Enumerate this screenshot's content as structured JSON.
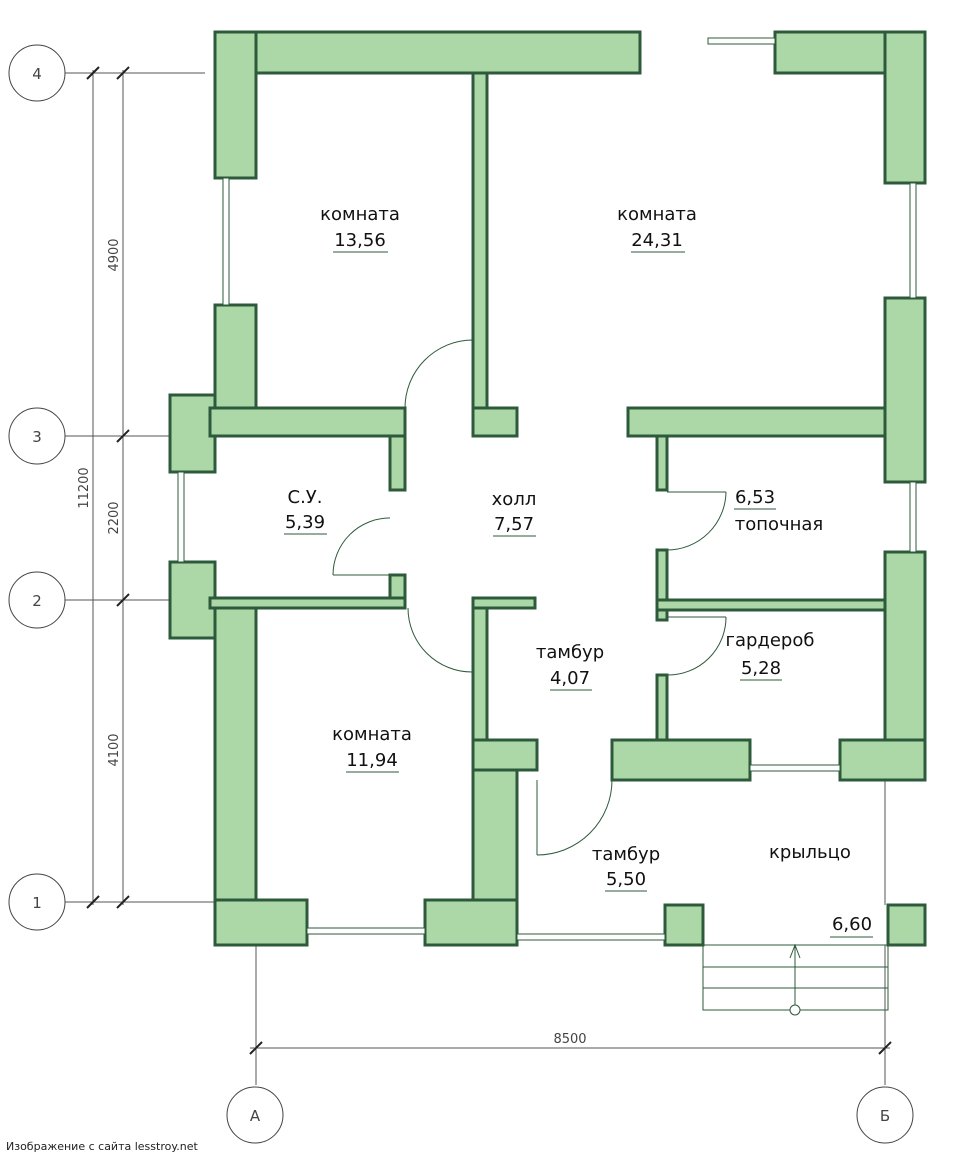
{
  "rooms": [
    {
      "name": "комната",
      "area": "13,56"
    },
    {
      "name": "комната",
      "area": "24,31"
    },
    {
      "name": "С.У.",
      "area": "5,39"
    },
    {
      "name": "холл",
      "area": "7,57"
    },
    {
      "name": "топочная",
      "area": "6,53"
    },
    {
      "name": "тамбур",
      "area": "4,07"
    },
    {
      "name": "гардероб",
      "area": "5,28"
    },
    {
      "name": "комната",
      "area": "11,94"
    },
    {
      "name": "тамбур",
      "area": "5,50"
    },
    {
      "name": "крыльцо",
      "area": "6,60"
    }
  ],
  "axes": {
    "rows": [
      "4",
      "3",
      "2",
      "1"
    ],
    "cols": [
      "А",
      "Б"
    ]
  },
  "dimensions": {
    "d4900": "4900",
    "d2200": "2200",
    "d4100": "4100",
    "d11200": "11200",
    "d8500": "8500"
  },
  "colors": {
    "wall_fill": "#acd8a8",
    "wall_stroke": "#2d5a3a"
  },
  "watermark": "Изображение с сайта lesstroy.net"
}
